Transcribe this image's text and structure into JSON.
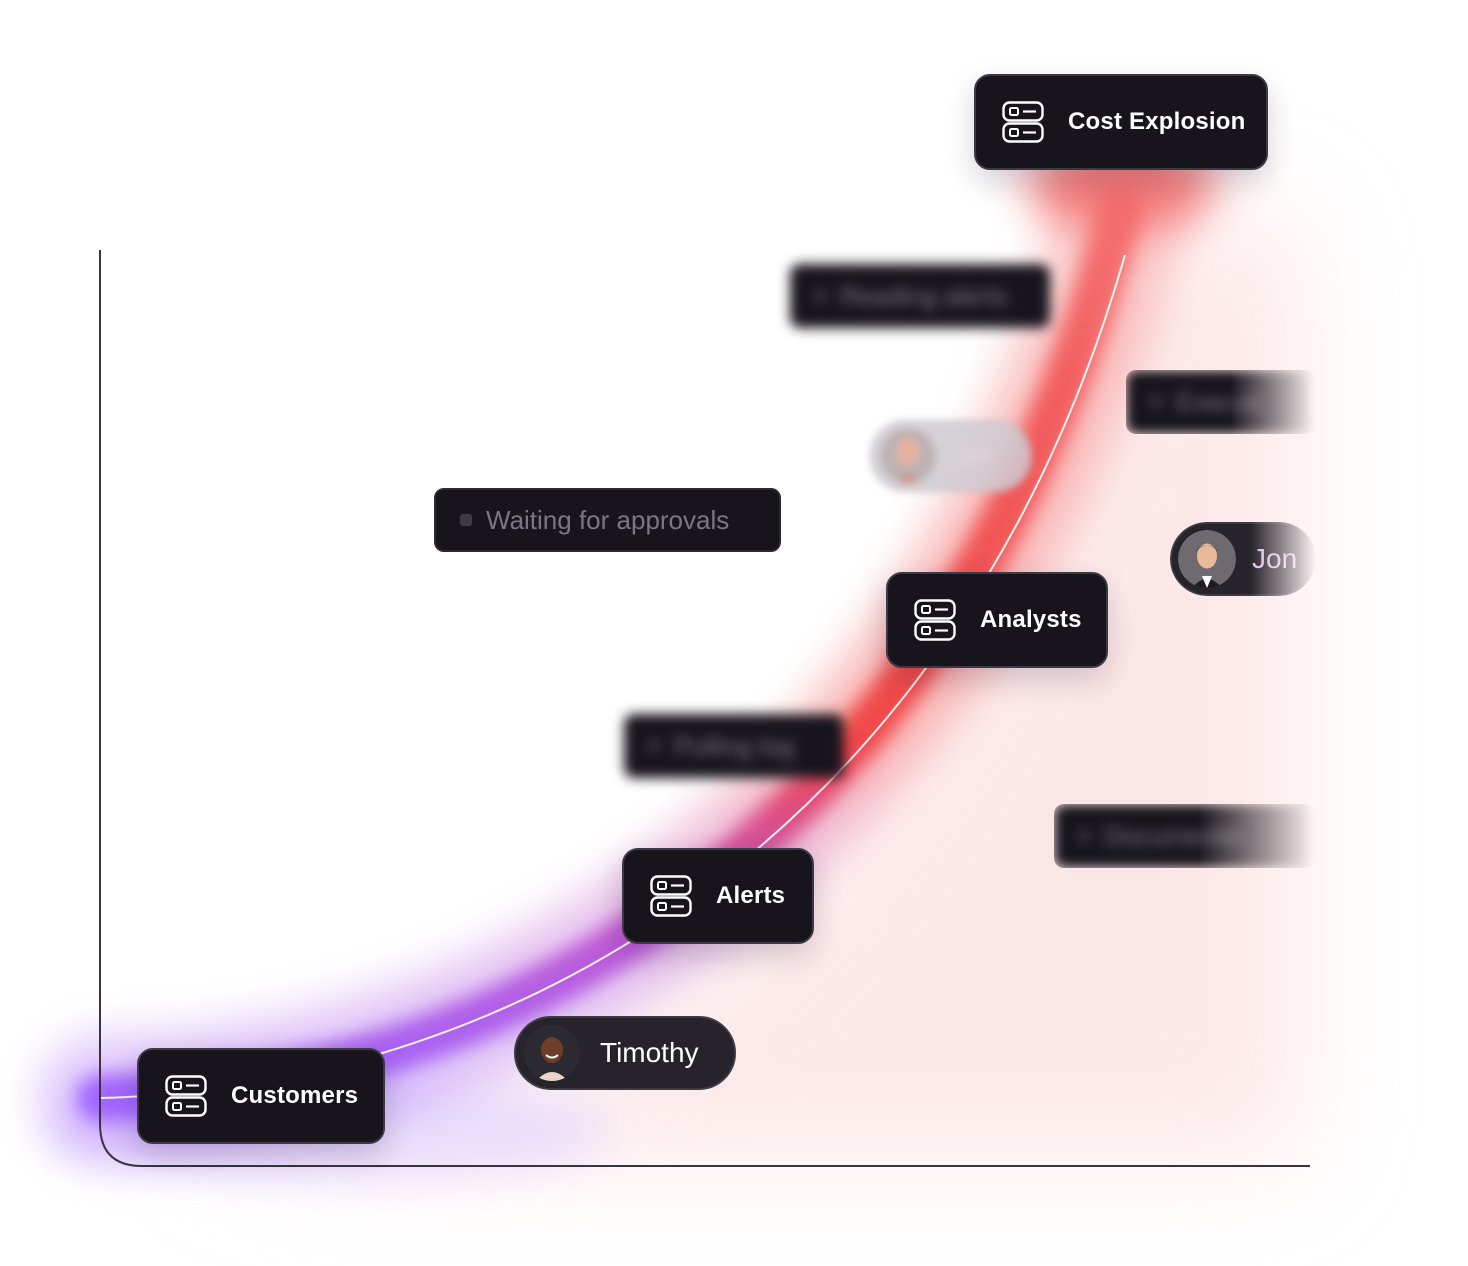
{
  "nodes": {
    "cost_explosion": "Cost Explosion",
    "analysts": "Analysts",
    "alerts": "Alerts",
    "customers": "Customers"
  },
  "status_pills": {
    "reading_alerts": "Reading alerts",
    "executing": "Executi",
    "waiting_for_approvals": "Waiting for approvals",
    "pulling_logs": "Pulling log",
    "documenting": "Documentin"
  },
  "people": {
    "jon_blurred": "Jon",
    "jon": "Jon",
    "timothy": "Timothy"
  },
  "icons": [
    "server-list-icon",
    "avatar-photo"
  ],
  "colors": {
    "node_bg": "#17141c",
    "curve_purple": "#9b5cff",
    "curve_red": "#f03b3b",
    "glow_pink": "#f9c9c9"
  }
}
